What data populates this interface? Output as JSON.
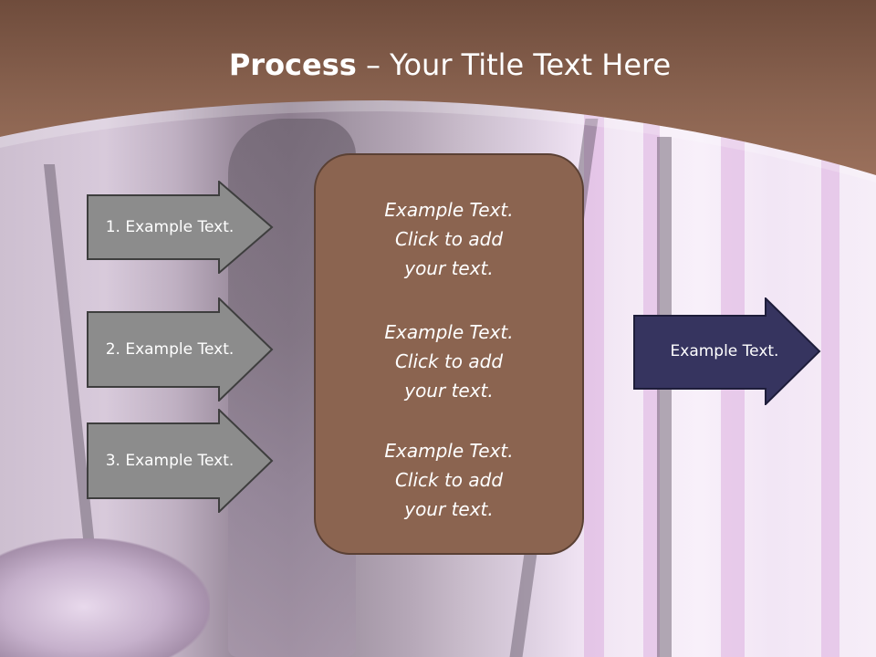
{
  "slide": {
    "title_bold": "Process",
    "title_rest": " – Your Title Text Here",
    "left_arrows": [
      {
        "label": "1. Example Text."
      },
      {
        "label": "2. Example Text."
      },
      {
        "label": "3. Example Text."
      }
    ],
    "center_box": {
      "items": [
        {
          "line1": "Example Text.",
          "line2": "Click  to add",
          "line3": "your text."
        },
        {
          "line1": "Example Text.",
          "line2": "Click  to add",
          "line3": "your text."
        },
        {
          "line1": "Example Text.",
          "line2": "Click  to add",
          "line3": "your text."
        }
      ]
    },
    "right_arrow": {
      "label": "Example Text."
    },
    "colors": {
      "header_brown": "#8a6350",
      "box_brown": "#8b6450",
      "arrow_gray": "#8c8c8c",
      "arrow_navy": "#36345f"
    }
  }
}
